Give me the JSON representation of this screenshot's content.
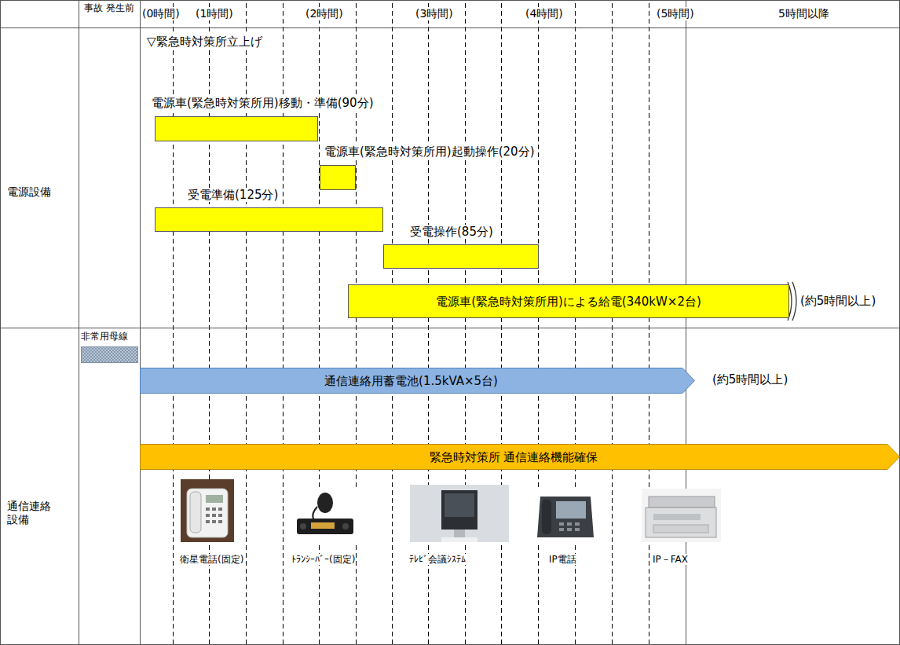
{
  "diagram": {
    "nodes": [
      {
        "text": [
          "電源車(緊急時対策所用)移動・準備(90分)"
        ]
      },
      {
        "text": [
          "電源車(緊急時対策所用)起動操作(20分)"
        ]
      },
      {
        "text": [
          "受電準備(125分)"
        ]
      },
      {
        "text": [
          "受電操作(85分)"
        ]
      },
      {
        "text": [
          "電源車(緊急時対策所用)による給電(340kW×2台)"
        ]
      },
      {
        "text": [
          "非常用母線"
        ]
      },
      {
        "text": [
          "通信連絡用蓄電池(1.5kVA×5台)"
        ]
      },
      {
        "text": [
          "緊急時対策所 通信連絡機能確保"
        ]
      }
    ],
    "labels": [
      "事故 発生前",
      "(0時間)",
      "(1時間)",
      "(2時間)",
      "(3時間)",
      "(4時間)",
      "(5時間)",
      "5時間以降",
      "電源設備",
      "▽緊急時対策所立上げ",
      "(約5時間以上)",
      "通信連絡 設備",
      "(約5時間以上)",
      "衛星電話(固定)",
      "ﾄﾗﾝｼｰﾊﾞｰ(固定)",
      "ﾃﾚﾋﾞ会議ｼｽﾃﾑ",
      "IP電話",
      "IP－FAX"
    ]
  }
}
